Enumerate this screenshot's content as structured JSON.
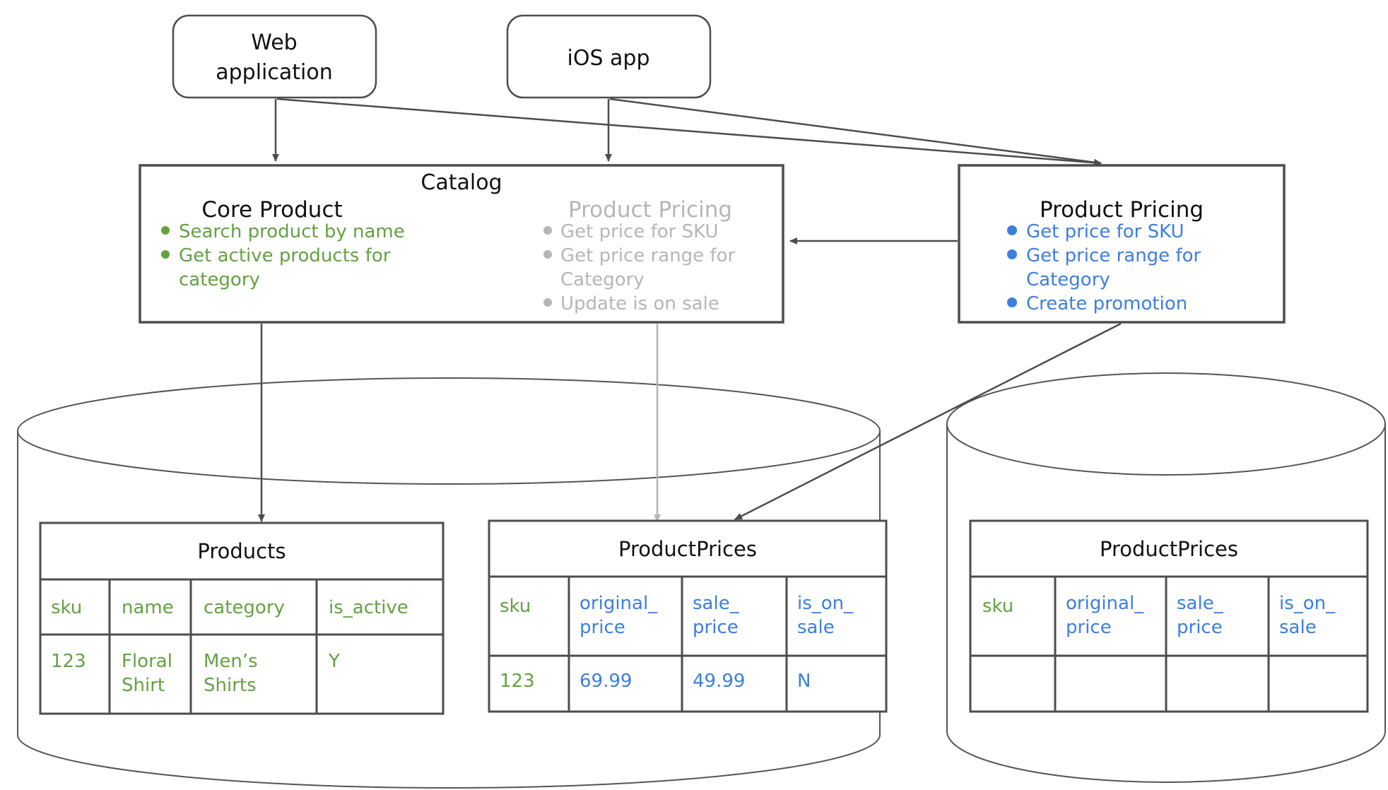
{
  "clients": [
    {
      "id": "web-application",
      "label": "Web\napplication",
      "line1": "Web",
      "line2": "application"
    },
    {
      "id": "ios-app",
      "label": "iOS app",
      "line1": "iOS app",
      "line2": ""
    }
  ],
  "catalog": {
    "title": "Catalog",
    "modules": [
      {
        "id": "core-product",
        "title": "Core Product",
        "state": "active",
        "color": "#63a242",
        "bullets": [
          "Search product by name",
          "Get active products for category"
        ]
      },
      {
        "id": "product-pricing-legacy",
        "title": "Product Pricing",
        "state": "deprecated",
        "color": "#b6b6b6",
        "bullets": [
          "Get price for SKU",
          "Get price range for Category",
          "Update is on sale"
        ]
      }
    ]
  },
  "service": {
    "id": "product-pricing-service",
    "title": "Product Pricing",
    "color": "#3d7fdd",
    "bullets": [
      "Get price for SKU",
      "Get price range for Category",
      "Create promotion"
    ]
  },
  "databases": [
    {
      "id": "catalog-database",
      "tables": [
        {
          "id": "products-table",
          "name": "Products",
          "columns": [
            {
              "label": "sku",
              "color": "#63a242"
            },
            {
              "label": "name",
              "color": "#63a242"
            },
            {
              "label": "category",
              "color": "#63a242"
            },
            {
              "label": "is_active",
              "color": "#63a242"
            }
          ],
          "rows": [
            [
              {
                "value": "123",
                "color": "#63a242"
              },
              {
                "value": "Floral Shirt",
                "color": "#63a242"
              },
              {
                "value": "Men’s Shirts",
                "color": "#63a242"
              },
              {
                "value": "Y",
                "color": "#63a242"
              }
            ]
          ]
        },
        {
          "id": "productprices-table-catalog",
          "name": "ProductPrices",
          "columns": [
            {
              "label": "sku",
              "color": "#63a242"
            },
            {
              "label": "original_ price",
              "color": "#3d7fdd"
            },
            {
              "label": "sale_ price",
              "color": "#3d7fdd"
            },
            {
              "label": "is_on_ sale",
              "color": "#3d7fdd"
            }
          ],
          "rows": [
            [
              {
                "value": "123",
                "color": "#63a242"
              },
              {
                "value": "69.99",
                "color": "#3d7fdd"
              },
              {
                "value": "49.99",
                "color": "#3d7fdd"
              },
              {
                "value": "N",
                "color": "#3d7fdd"
              }
            ]
          ]
        }
      ]
    },
    {
      "id": "pricing-database",
      "tables": [
        {
          "id": "productprices-table-pricing",
          "name": "ProductPrices",
          "columns": [
            {
              "label": "sku",
              "color": "#63a242"
            },
            {
              "label": "original_ price",
              "color": "#3d7fdd"
            },
            {
              "label": "sale_ price",
              "color": "#3d7fdd"
            },
            {
              "label": "is_on_ sale",
              "color": "#3d7fdd"
            }
          ],
          "rows": [
            [
              {
                "value": "",
                "color": "#3d7fdd"
              },
              {
                "value": "",
                "color": "#3d7fdd"
              },
              {
                "value": "",
                "color": "#3d7fdd"
              },
              {
                "value": "",
                "color": "#3d7fdd"
              }
            ]
          ]
        }
      ]
    }
  ],
  "colors": {
    "green": "#63a242",
    "blue": "#3d7fdd",
    "grey": "#b6b6b6",
    "stroke": "#4d4d4d",
    "thin": "#555555",
    "black": "#111111",
    "background": "#ffffff"
  }
}
